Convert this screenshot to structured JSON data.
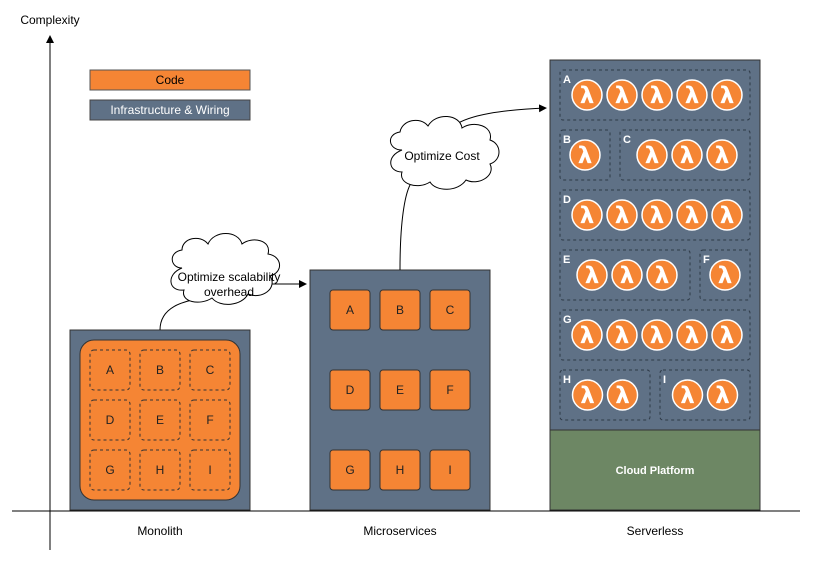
{
  "axis": {
    "y_label": "Complexity"
  },
  "legend": [
    {
      "label": "Code",
      "color": "#f58534"
    },
    {
      "label": "Infrastructure & Wiring",
      "color": "#5f7186"
    }
  ],
  "columns": [
    {
      "label": "Monolith"
    },
    {
      "label": "Microservices"
    },
    {
      "label": "Serverless"
    }
  ],
  "transitions": [
    {
      "text": "Optimize scalability overhead",
      "lines": [
        "Optimize scalability",
        "overhead"
      ]
    },
    {
      "text": "Optimize Cost",
      "lines": [
        "Optimize Cost"
      ]
    }
  ],
  "monolith": {
    "modules": [
      "A",
      "B",
      "C",
      "D",
      "E",
      "F",
      "G",
      "H",
      "I"
    ]
  },
  "microservices": {
    "services": [
      "A",
      "B",
      "C",
      "D",
      "E",
      "F",
      "G",
      "H",
      "I"
    ]
  },
  "serverless": {
    "lambda_symbol": "λ",
    "platform_label": "Cloud Platform",
    "groups": [
      {
        "label": "A",
        "functions": 5
      },
      {
        "label": "B",
        "functions": 1
      },
      {
        "label": "C",
        "functions": 3
      },
      {
        "label": "D",
        "functions": 5
      },
      {
        "label": "E",
        "functions": 3
      },
      {
        "label": "F",
        "functions": 1
      },
      {
        "label": "G",
        "functions": 5
      },
      {
        "label": "H",
        "functions": 2
      },
      {
        "label": "I",
        "functions": 2
      }
    ]
  },
  "colors": {
    "code": "#f58534",
    "infrastructure": "#5f7186",
    "platform": "#6d8764",
    "lambda": "#f58534"
  }
}
